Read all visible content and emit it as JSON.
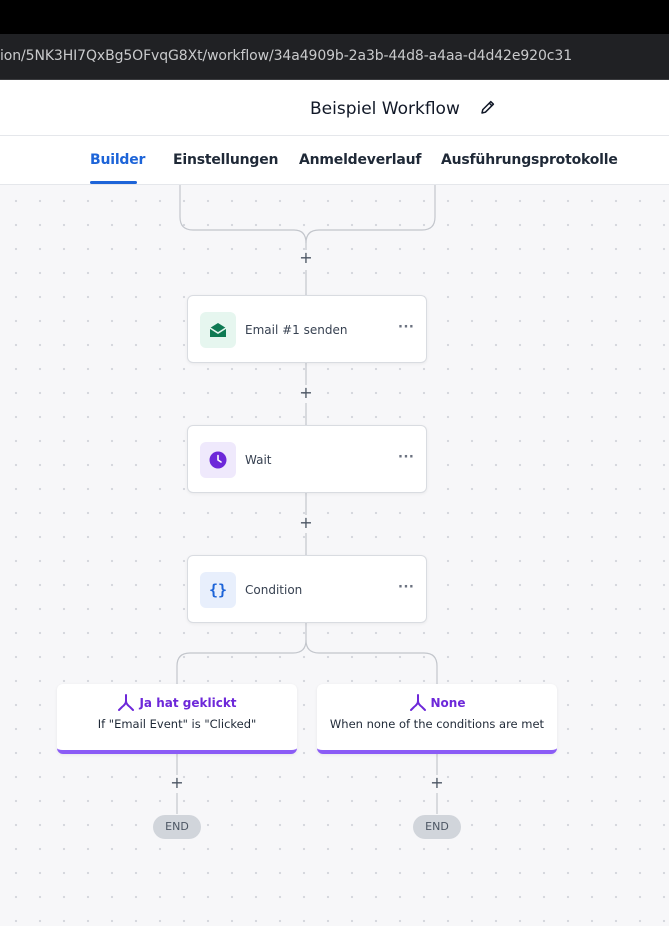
{
  "browser": {
    "url": "ion/5NK3HI7QxBg5OFvqG8Xt/workflow/34a4909b-2a3b-44d8-a4aa-d4d42e920c31"
  },
  "header": {
    "title": "Beispiel Workflow"
  },
  "tabs": [
    {
      "label": "Builder",
      "active": true
    },
    {
      "label": "Einstellungen",
      "active": false
    },
    {
      "label": "Anmeldeverlauf",
      "active": false
    },
    {
      "label": "Ausführungsprotokolle",
      "active": false
    }
  ],
  "workflow": {
    "plus_symbol": "+",
    "more_symbol": "···",
    "steps": [
      {
        "label": "Email #1 senden",
        "icon": "envelope-icon",
        "accent": "#0f7a53",
        "tint": "#e6f6ef"
      },
      {
        "label": "Wait",
        "icon": "clock-icon",
        "accent": "#6d28d9",
        "tint": "#efe9fc"
      },
      {
        "label": "Condition",
        "icon": "curly-braces-icon",
        "accent": "#1d64d8",
        "tint": "#e8effc",
        "glyph": "{}"
      }
    ],
    "branches": [
      {
        "title": "Ja hat geklickt",
        "subtitle": "If \"Email Event\" is \"Clicked\"",
        "end_label": "END"
      },
      {
        "title": "None",
        "subtitle": "When none of the conditions are met",
        "end_label": "END"
      }
    ],
    "colors": {
      "branch_accent": "#8b5cf6",
      "active_tab": "#1d64d8"
    }
  }
}
